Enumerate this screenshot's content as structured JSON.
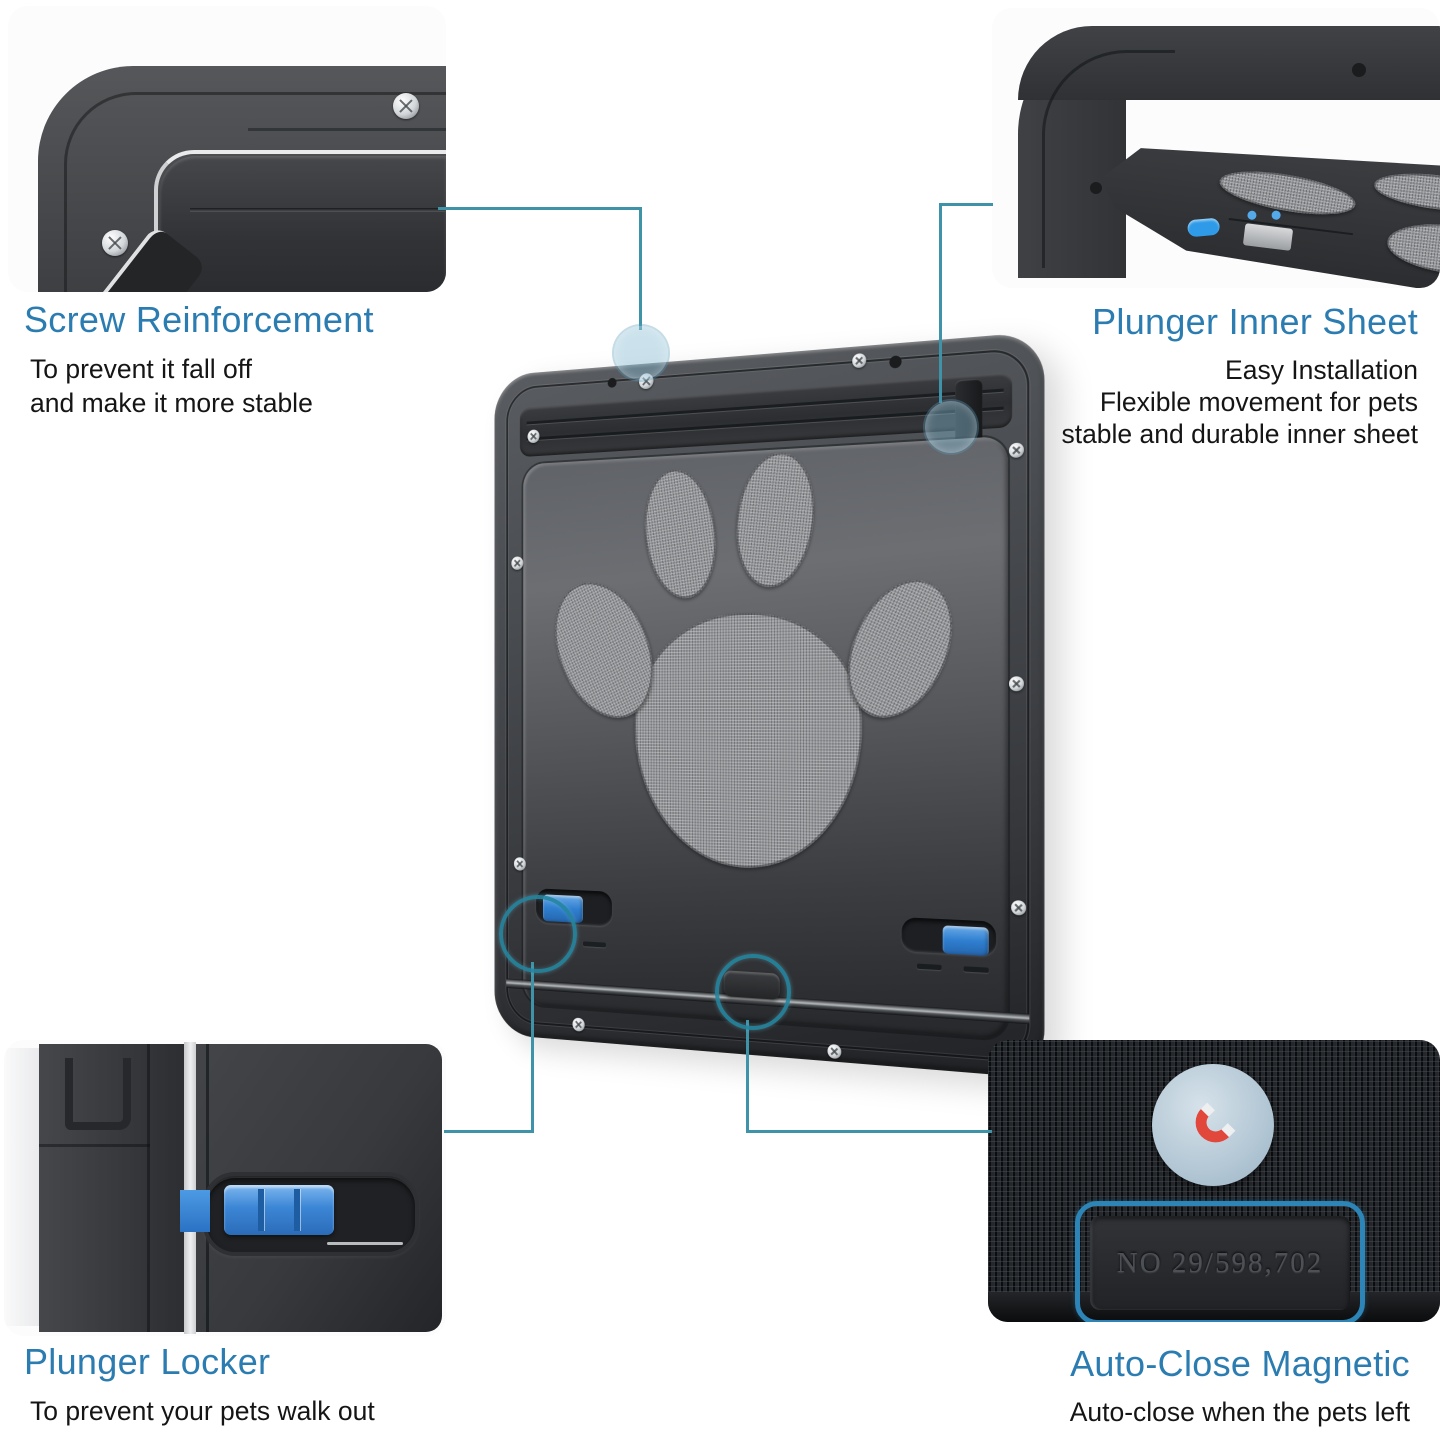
{
  "colors": {
    "background": "#ffffff",
    "title_blue": "#2b7cb1",
    "body_text": "#151515",
    "connector_teal": "#3f93a8",
    "slider_blue": "#2f7fd0",
    "magnet_red": "#e2473b",
    "door_gray": "#4a4d51"
  },
  "callouts": {
    "screw_reinforcement": {
      "title": "Screw Reinforcement",
      "lines": [
        "To prevent it fall off",
        "and make it more stable"
      ]
    },
    "plunger_inner_sheet": {
      "title": "Plunger Inner Sheet",
      "lines": [
        "Easy Installation",
        "Flexible movement for pets",
        "stable and durable inner sheet"
      ]
    },
    "plunger_locker": {
      "title": "Plunger Locker",
      "lines": [
        "To prevent your pets walk out"
      ]
    },
    "auto_close_magnetic": {
      "title": "Auto-Close Magnetic",
      "lines": [
        "Auto-close when the pets left"
      ]
    }
  },
  "product": {
    "label_plate_text": "NO 29/598,702",
    "icons": {
      "magnet": "horseshoe-magnet-icon",
      "paw": "paw-print-mesh",
      "screw": "phillips-screw"
    }
  }
}
